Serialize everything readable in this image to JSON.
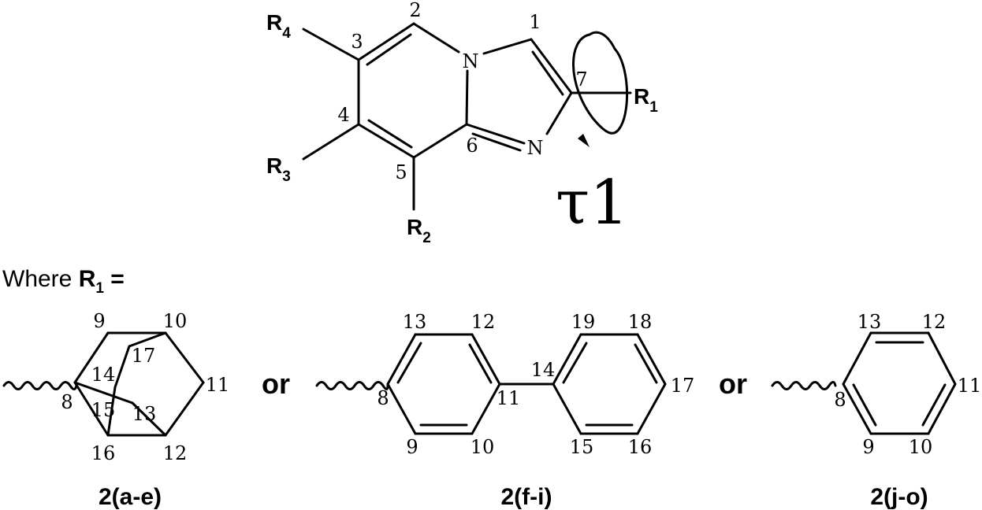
{
  "core": {
    "atom_n_bridge": "N",
    "atom_n_imine": "N",
    "substituents": {
      "r4": "R",
      "r4_sub": "4",
      "r3": "R",
      "r3_sub": "3",
      "r2": "R",
      "r2_sub": "2",
      "r1": "R",
      "r1_sub": "1"
    },
    "numbers": {
      "n1": "1",
      "n2": "2",
      "n3": "3",
      "n4": "4",
      "n5": "5",
      "n6": "6",
      "n7": "7"
    },
    "torsion_label": "τ1"
  },
  "where": {
    "prefix": "Where ",
    "r": "R",
    "sub": "1",
    "suffix": " ="
  },
  "connectors": {
    "or_1": "or",
    "or_2": "or"
  },
  "adamantyl": {
    "caption": "2(a-e)",
    "numbers": {
      "n8": "8",
      "n9": "9",
      "n10": "10",
      "n11": "11",
      "n12": "12",
      "n13": "13",
      "n14": "14",
      "n15": "15",
      "n16": "16",
      "n17": "17"
    }
  },
  "biphenyl": {
    "caption": "2(f-i)",
    "numbers": {
      "n8": "8",
      "n9": "9",
      "n10": "10",
      "n11": "11",
      "n12": "12",
      "n13": "13",
      "n14": "14",
      "n15": "15",
      "n16": "16",
      "n17": "17",
      "n18": "18",
      "n19": "19"
    }
  },
  "phenyl": {
    "caption": "2(j-o)",
    "numbers": {
      "n8": "8",
      "n9": "9",
      "n10": "10",
      "n11": "11",
      "n12": "12",
      "n13": "13"
    }
  }
}
